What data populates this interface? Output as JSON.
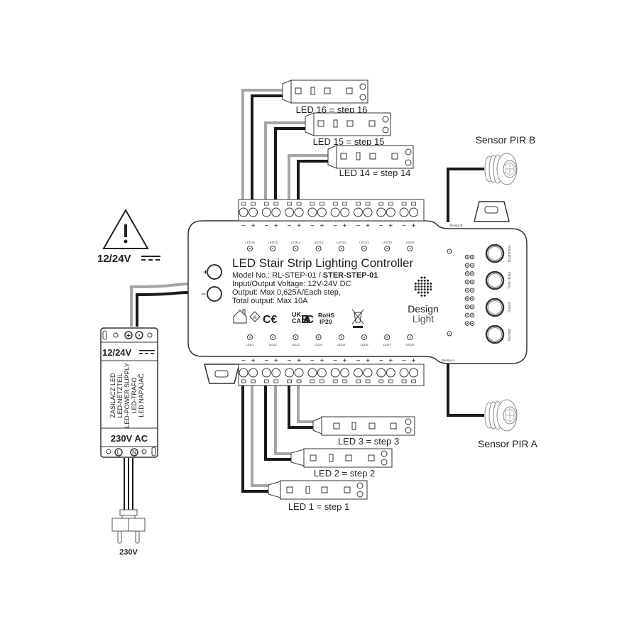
{
  "controller": {
    "title": "LED Stair Strip Lighting Controller",
    "model_label": "Model No.: RL-STEP-01 / ",
    "model_code": "STER-STEP-01",
    "voltage": "Input/Output Voltage: 12V-24V DC",
    "output": "Output: Max 0,625A/Each step,",
    "total": "Total output: Max 10A",
    "power_plus": "+",
    "power_minus": "−",
    "sensor_b_label": "Sensor B",
    "sensor_a_label": "Sensor A",
    "top_led_labels": [
      "LED16",
      "LED15",
      "LED14",
      "LED13",
      "LED12",
      "LED11",
      "LED10",
      "LED9"
    ],
    "bottom_led_labels": [
      "LED1",
      "LED2",
      "LED3",
      "LED4",
      "LED5",
      "LED6",
      "LED7",
      "LED8"
    ],
    "terminal_polarity": [
      "−",
      "+"
    ],
    "knobs": [
      {
        "label": "Brightness"
      },
      {
        "label": "Time delay"
      },
      {
        "label": "Speed"
      },
      {
        "label": "Number"
      }
    ],
    "logo": {
      "line1": "Design",
      "line2": "Light"
    },
    "certifications": {
      "ukca_top": "UK",
      "ukca_bottom": "CA",
      "eac": "EAC",
      "rohs": "RoHS",
      "ip": "IP20"
    }
  },
  "warning": {
    "voltage": "12/24V"
  },
  "power_supply": {
    "output_voltage": "12/24V",
    "names": [
      "ZASILACZ LED",
      "LED-NETZTEIL",
      "LED-POWER SUPPLY",
      "LED-TRAFO",
      "LED NAPÁJAČ"
    ],
    "input_voltage": "230V AC",
    "terminal_l": "L",
    "terminal_n": "N"
  },
  "plug": {
    "label": "230V"
  },
  "strips_top": [
    {
      "label": "LED 16 = step 16"
    },
    {
      "label": "LED 15 = step 15"
    },
    {
      "label": "LED 14 = step 14"
    }
  ],
  "strips_bottom": [
    {
      "label": "LED 3 = step 3"
    },
    {
      "label": "LED 2 = step 2"
    },
    {
      "label": "LED 1 = step 1"
    }
  ],
  "sensors": {
    "b": "Sensor PIR B",
    "a": "Sensor PIR A"
  },
  "colors": {
    "wire_black": "#1a1a1a",
    "wire_gray": "#a6a6a6",
    "outline": "#333333"
  }
}
